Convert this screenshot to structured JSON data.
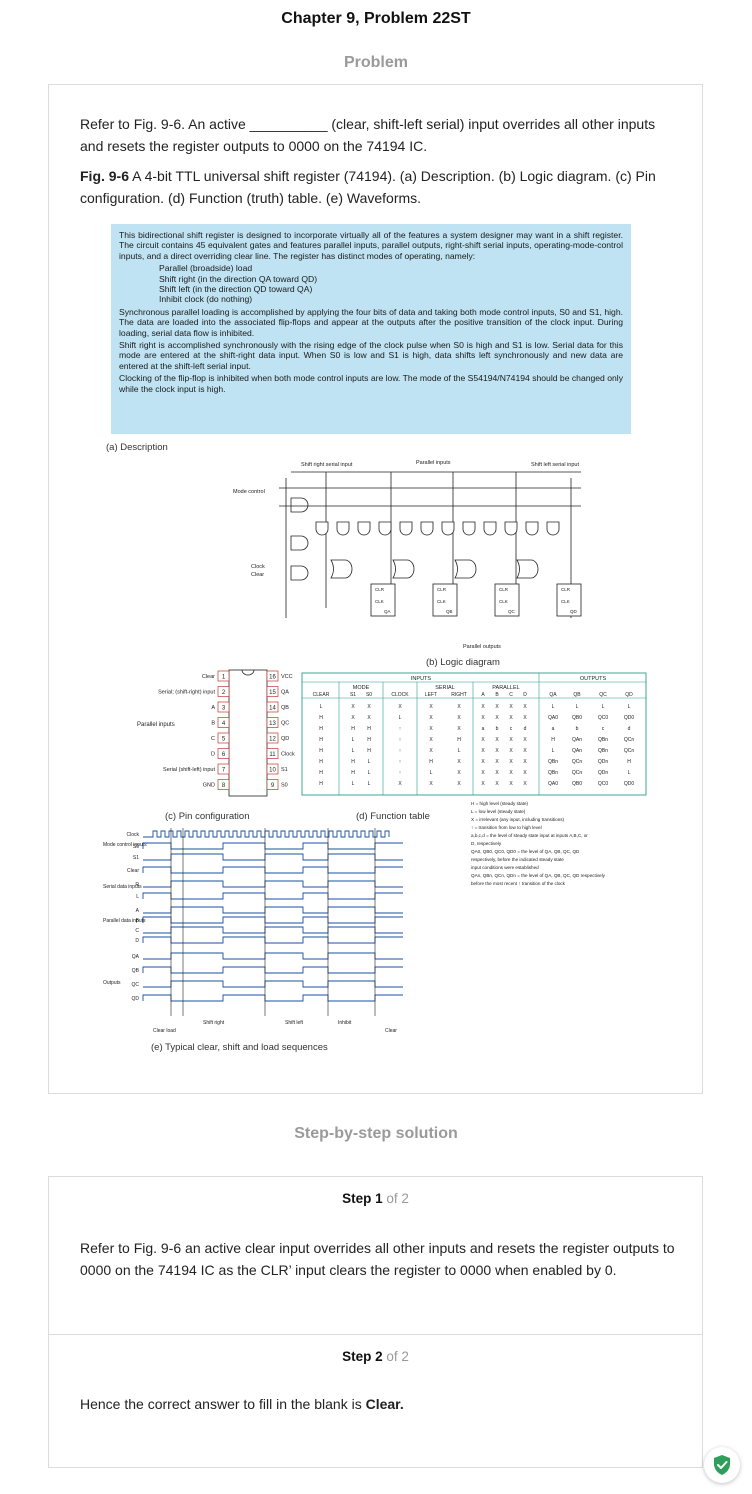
{
  "page": {
    "title": "Chapter 9, Problem 22ST"
  },
  "problem": {
    "heading": "Problem",
    "text": "Refer to Fig. 9-6. An active __________ (clear, shift-left serial) input overrides all other inputs and resets the register outputs to 0000 on the 74194 IC.",
    "caption_label": "Fig. 9-6",
    "caption_text": " A 4-bit TTL universal shift register (74194). (a) Description. (b) Logic diagram. (c) Pin configuration. (d) Function (truth) table. (e) Waveforms."
  },
  "figure": {
    "description": {
      "intro": "This bidirectional shift register is designed to incorporate virtually all of the features a system designer may want in a shift register. The circuit contains 45 equivalent gates and features parallel inputs, parallel outputs, right-shift serial inputs, operating-mode-control inputs, and a direct overriding clear line. The register has distinct modes of operating, namely:",
      "modes": [
        "Parallel (broadside) load",
        "Shift right (in the direction QA toward QD)",
        "Shift left (in the direction QD toward QA)",
        "Inhibit clock (do nothing)"
      ],
      "p2": "Synchronous parallel loading is accomplished by applying the four bits of data and taking both mode control inputs, S0 and S1, high. The data are loaded into the associated flip-flops and appear at the outputs after the positive transition of the clock input. During loading, serial data flow is inhibited.",
      "p3": "Shift right is accomplished synchronously with the rising edge of the clock pulse when S0 is high and S1 is low. Serial data for this mode are entered at the shift-right data input. When S0 is low and S1 is high, data shifts left synchronously and new data are entered at the shift-left serial input.",
      "p4": "Clocking of the flip-flop is inhibited when both mode control inputs are low. The mode of the S54194/N74194 should be changed only while the clock input is high."
    },
    "labels": {
      "a": "(a)  Description",
      "b": "(b)  Logic diagram",
      "c": "(c)  Pin configuration",
      "d": "(d)  Function table",
      "e": "(e)  Typical clear, shift and load sequences"
    },
    "logic": {
      "shift_right": "Shift right serial input",
      "parallel_inputs": "Parallel inputs",
      "shift_left": "Shift left serial input",
      "mode_control": "Mode control",
      "clock": "Clock",
      "clear": "Clear",
      "parallel_outputs": "Parallel outputs"
    },
    "pins": {
      "left": [
        "Clear",
        "Serial; (shift-right) input",
        "A",
        "B",
        "C",
        "D",
        "Serial (shift-left) input",
        "GND"
      ],
      "right": [
        "VCC",
        "QA",
        "QB",
        "QC",
        "QD",
        "Clock",
        "S1",
        "S0"
      ],
      "group_label": "Parallel inputs"
    },
    "function_table": {
      "group_inputs": "INPUTS",
      "group_outputs": "OUTPUTS",
      "mode": "MODE",
      "serial": "SERIAL",
      "parallel": "PARALLEL",
      "headers": [
        "CLEAR",
        "S1",
        "S0",
        "CLOCK",
        "LEFT",
        "RIGHT",
        "A",
        "B",
        "C",
        "D",
        "QA",
        "QB",
        "QC",
        "QD"
      ],
      "rows": [
        [
          "L",
          "X",
          "X",
          "X",
          "X",
          "X",
          "X",
          "X",
          "X",
          "X",
          "L",
          "L",
          "L",
          "L"
        ],
        [
          "H",
          "X",
          "X",
          "L",
          "X",
          "X",
          "X",
          "X",
          "X",
          "X",
          "QA0",
          "QB0",
          "QC0",
          "QD0"
        ],
        [
          "H",
          "H",
          "H",
          "↑",
          "X",
          "X",
          "a",
          "b",
          "c",
          "d",
          "a",
          "b",
          "c",
          "d"
        ],
        [
          "H",
          "L",
          "H",
          "↑",
          "X",
          "H",
          "X",
          "X",
          "X",
          "X",
          "H",
          "QAn",
          "QBn",
          "QCn"
        ],
        [
          "H",
          "L",
          "H",
          "↑",
          "X",
          "L",
          "X",
          "X",
          "X",
          "X",
          "L",
          "QAn",
          "QBn",
          "QCn"
        ],
        [
          "H",
          "H",
          "L",
          "↑",
          "H",
          "X",
          "X",
          "X",
          "X",
          "X",
          "QBn",
          "QCn",
          "QDn",
          "H"
        ],
        [
          "H",
          "H",
          "L",
          "↑",
          "L",
          "X",
          "X",
          "X",
          "X",
          "X",
          "QBn",
          "QCn",
          "QDn",
          "L"
        ],
        [
          "H",
          "L",
          "L",
          "X",
          "X",
          "X",
          "X",
          "X",
          "X",
          "X",
          "QA0",
          "QB0",
          "QC0",
          "QD0"
        ]
      ],
      "notes": [
        "H = high level (steady state)",
        "L = low level (steady state)",
        "X = irrelevant (any input, including transitions)",
        "↑ = transition from low to high level",
        "a,b,c,d = the level of steady state input at inputs A,B,C, or",
        "D, respectively",
        "QA0, QB0, QC0, QD0 = the level of QA, QB, QC, QD",
        "respectively, before the indicated steady state",
        "input conditions were established",
        "QAn, QBn, QCn, QDn = the level of QA, QB, QC, QD respectively",
        "before the most recent ↑ transition of the clock"
      ]
    },
    "waveforms": {
      "signals": [
        "Clock",
        "S0",
        "S1",
        "Clear",
        "R",
        "L",
        "A",
        "B",
        "C",
        "D",
        "QA",
        "QB",
        "QC",
        "QD"
      ],
      "groups": [
        "Mode control inputs",
        "Serial data inputs",
        "Parallel data inputs",
        "Outputs"
      ],
      "sequence": [
        "Clear load",
        "Shift right",
        "Shift left",
        "Inhibit",
        "Clear"
      ]
    }
  },
  "solution": {
    "heading": "Step-by-step solution",
    "steps": [
      {
        "label": "Step 1",
        "of": " of 2",
        "text": "Refer to Fig. 9-6 an active clear input overrides all other inputs and resets the register outputs to 0000 on the 74194 IC as the CLR’ input clears the register to 0000 when enabled by 0."
      },
      {
        "label": "Step 2",
        "of": " of 2",
        "text_before": "Hence the correct answer to fill in the blank is ",
        "answer": "Clear."
      }
    ]
  },
  "badge": {
    "icon": "shield-check-icon",
    "color": "#2e9e5b"
  }
}
